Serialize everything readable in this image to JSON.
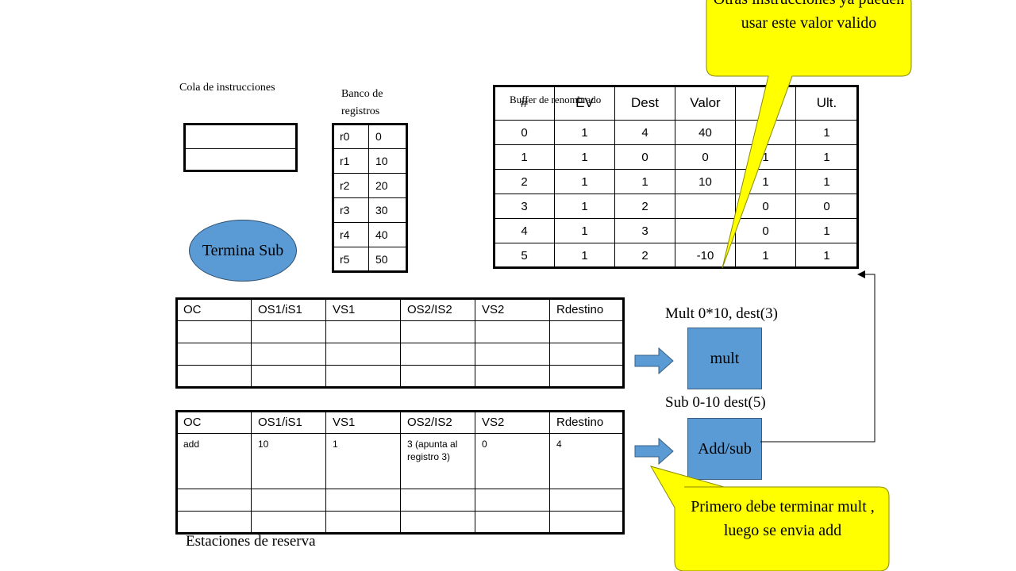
{
  "labels": {
    "cola": "Cola de instrucciones",
    "banco": "Banco de registros",
    "buffer": "Buffer de renombrado",
    "estaciones": "Estaciones de reserva",
    "mult_op": "Mult 0*10, dest(3)",
    "sub_op": "Sub 0-10 dest(5)"
  },
  "ellipse": "Termina Sub",
  "units": {
    "mult": "mult",
    "addsub": "Add/sub"
  },
  "registers": [
    {
      "name": "r0",
      "value": "0"
    },
    {
      "name": "r1",
      "value": "10"
    },
    {
      "name": "r2",
      "value": "20"
    },
    {
      "name": "r3",
      "value": "30"
    },
    {
      "name": "r4",
      "value": "40"
    },
    {
      "name": "r5",
      "value": "50"
    }
  ],
  "rob": {
    "headers": [
      "#",
      "EV",
      "Dest",
      "Valor",
      "",
      "Ult."
    ],
    "rows": [
      [
        "0",
        "1",
        "4",
        "40",
        "",
        "1"
      ],
      [
        "1",
        "1",
        "0",
        "0",
        "1",
        "1"
      ],
      [
        "2",
        "1",
        "1",
        "10",
        "1",
        "1"
      ],
      [
        "3",
        "1",
        "2",
        "",
        "0",
        "0"
      ],
      [
        "4",
        "1",
        "3",
        "",
        "0",
        "1"
      ],
      [
        "5",
        "1",
        "2",
        "-10",
        "1",
        "1"
      ]
    ]
  },
  "rs_mult": {
    "headers": [
      "OC",
      "OS1/iS1",
      "VS1",
      "OS2/IS2",
      "VS2",
      "Rdestino"
    ],
    "rows": [
      [
        "",
        "",
        "",
        "",
        "",
        ""
      ],
      [
        "",
        "",
        "",
        "",
        "",
        ""
      ],
      [
        "",
        "",
        "",
        "",
        "",
        ""
      ]
    ]
  },
  "rs_add": {
    "headers": [
      "OC",
      "OS1/iS1",
      "VS1",
      "OS2/IS2",
      "VS2",
      "Rdestino"
    ],
    "rows": [
      [
        "add",
        "10",
        "1",
        "3 (apunta al registro 3)",
        "0",
        "4"
      ],
      [
        "",
        "",
        "",
        "",
        "",
        ""
      ],
      [
        "",
        "",
        "",
        "",
        "",
        ""
      ]
    ]
  },
  "callouts": {
    "top": "Otras instrucciones ya pueden usar este valor valido",
    "bottom": "Primero debe terminar mult , luego se envia add"
  },
  "colors": {
    "callout": "#ffff00",
    "unit": "#5b9bd5",
    "arrow": "#5b9bd5"
  }
}
